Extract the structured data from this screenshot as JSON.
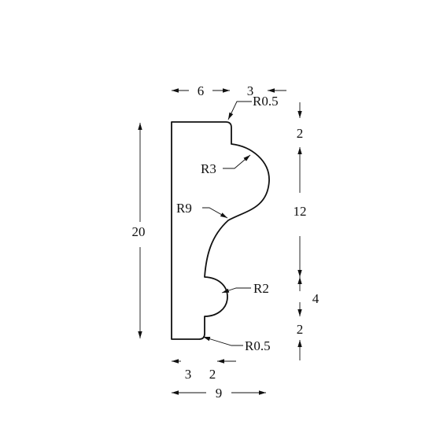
{
  "drawing": {
    "dimensions": {
      "top_width_left": "6",
      "top_width_right": "3",
      "total_height": "20",
      "right_top_step": "2",
      "right_middle": "12",
      "right_lower": "4",
      "right_bottom_step": "2",
      "bottom_left": "3",
      "bottom_right": "2",
      "bottom_total": "9"
    },
    "radii": {
      "top_corner": "R0.5",
      "upper_cove": "R3",
      "large_curve": "R9",
      "bead": "R2",
      "bottom_corner": "R0.5"
    }
  }
}
